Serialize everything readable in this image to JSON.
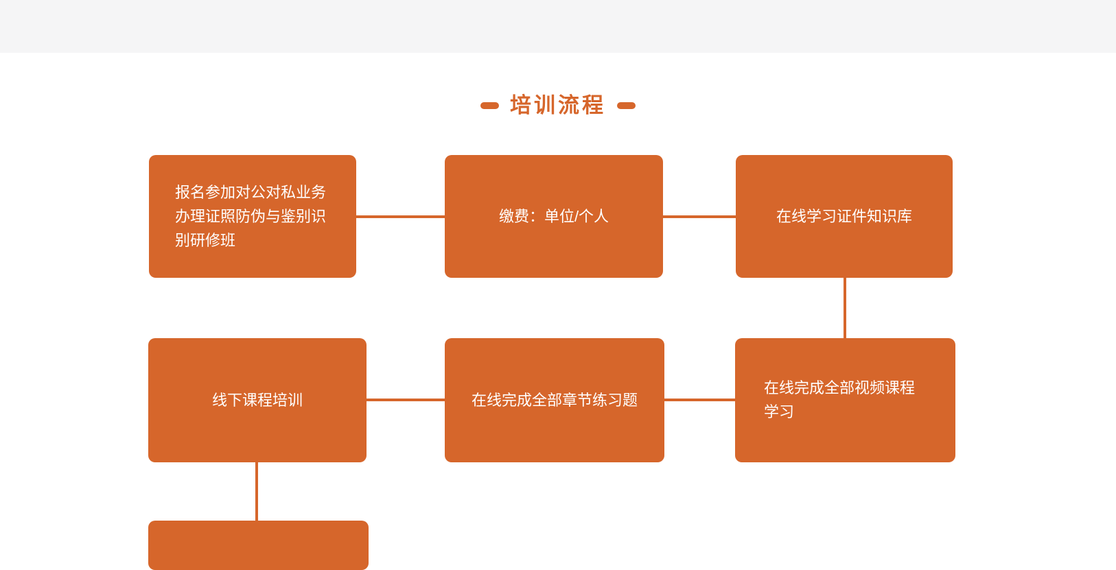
{
  "colors": {
    "accent_orange": "#d6662b",
    "header_strip_bg": "#f5f5f6",
    "page_bg": "#ffffff",
    "step_text": "#ffffff"
  },
  "section": {
    "title": "培训流程"
  },
  "steps": [
    {
      "label": "报名参加对公对私业务办理证照防伪与鉴别识别研修班"
    },
    {
      "label": "缴费：单位/个人"
    },
    {
      "label": "在线学习证件知识库"
    },
    {
      "label": "线下课程培训"
    },
    {
      "label": "在线完成全部章节练习题"
    },
    {
      "label": "在线完成全部视频课程学习"
    },
    {
      "label": ""
    }
  ]
}
